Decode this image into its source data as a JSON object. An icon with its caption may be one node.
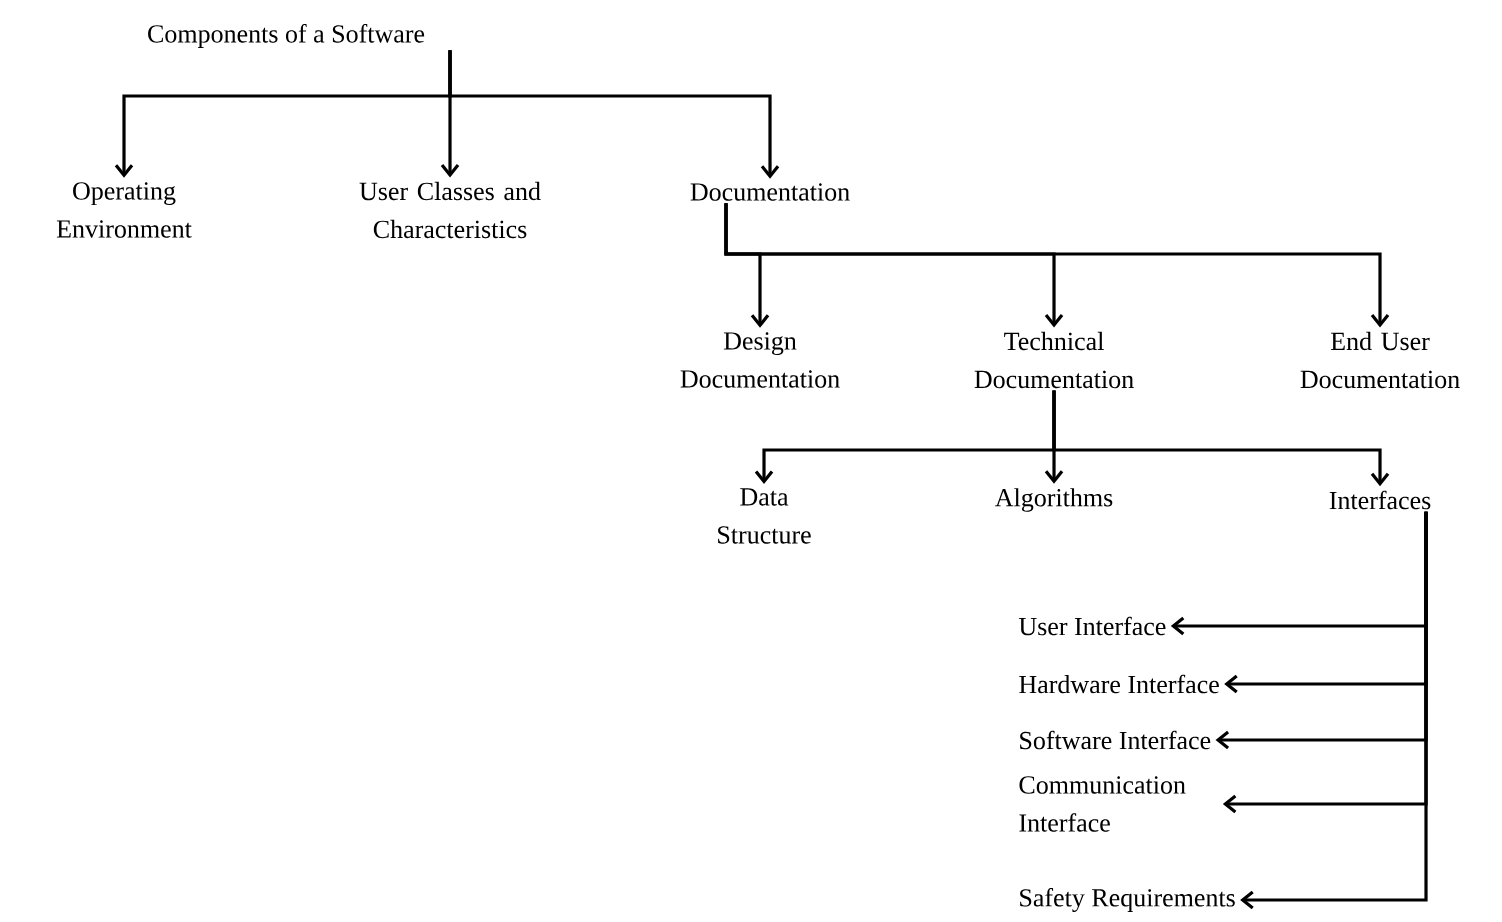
{
  "diagram": {
    "nodes": [
      {
        "text": [
          "Components of a Software"
        ]
      },
      {
        "text": [
          "Operating Environment"
        ]
      },
      {
        "text": [
          "User Classes and Characteristics"
        ]
      },
      {
        "text": [
          "Documentation"
        ]
      },
      {
        "text": [
          "Design Documentation"
        ]
      },
      {
        "text": [
          "Technical Documentation"
        ]
      },
      {
        "text": [
          "End User Documentation"
        ]
      },
      {
        "text": [
          "Data Structure"
        ]
      },
      {
        "text": [
          "Algorithms"
        ]
      },
      {
        "text": [
          "Interfaces"
        ]
      },
      {
        "text": [
          "User Interface"
        ]
      },
      {
        "text": [
          "Hardware Interface"
        ]
      },
      {
        "text": [
          "Software Interface"
        ]
      },
      {
        "text": [
          "Communication Interface"
        ]
      },
      {
        "text": [
          "Safety Requirements"
        ]
      }
    ],
    "edges": [
      {
        "from": 0,
        "to": 1,
        "arrow": "to"
      },
      {
        "from": 0,
        "to": 2,
        "arrow": "to"
      },
      {
        "from": 0,
        "to": 3,
        "arrow": "to"
      },
      {
        "from": 3,
        "to": 4,
        "arrow": "to"
      },
      {
        "from": 3,
        "to": 5,
        "arrow": "to"
      },
      {
        "from": 3,
        "to": 6,
        "arrow": "to"
      },
      {
        "from": 5,
        "to": 7,
        "arrow": "to"
      },
      {
        "from": 5,
        "to": 8,
        "arrow": "to"
      },
      {
        "from": 5,
        "to": 9,
        "arrow": "to"
      },
      {
        "from": 9,
        "to": 10,
        "arrow": "to"
      },
      {
        "from": 9,
        "to": 11,
        "arrow": "to"
      },
      {
        "from": 9,
        "to": 12,
        "arrow": "to"
      },
      {
        "from": 9,
        "to": 13,
        "arrow": "to"
      },
      {
        "from": 9,
        "to": 14,
        "arrow": "to"
      }
    ]
  }
}
